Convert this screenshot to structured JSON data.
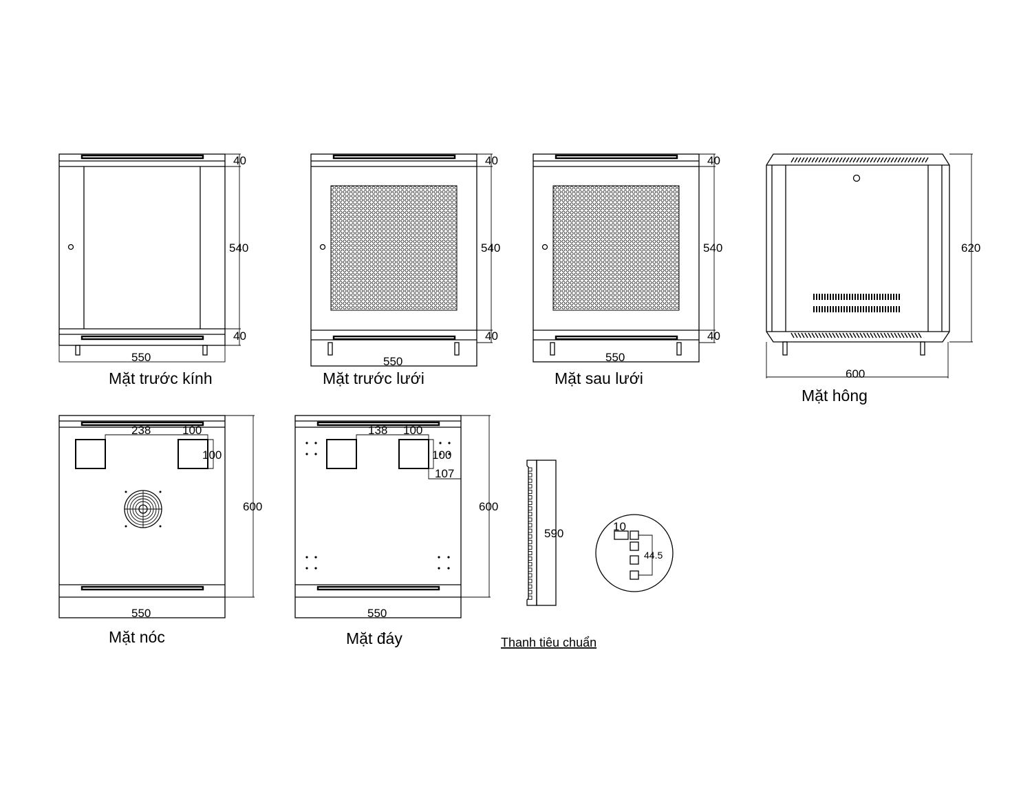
{
  "views": {
    "front_glass": {
      "caption": "Mặt trước kính",
      "dim_top": "40",
      "dim_height": "540",
      "dim_bottom": "40",
      "dim_width": "550"
    },
    "front_mesh": {
      "caption": "Mặt trước lưới",
      "dim_top": "40",
      "dim_height": "540",
      "dim_bottom": "40",
      "dim_width": "550"
    },
    "rear_mesh": {
      "caption": "Mặt sau lưới",
      "dim_top": "40",
      "dim_height": "540",
      "dim_bottom": "40",
      "dim_width": "550"
    },
    "side": {
      "caption": "Mặt hông",
      "dim_height": "620",
      "dim_width": "600"
    },
    "top": {
      "caption": "Mặt nóc",
      "dim_offset": "238",
      "dim_cutout_w": "100",
      "dim_cutout_h": "100",
      "dim_depth": "600",
      "dim_width": "550"
    },
    "bottom": {
      "caption": "Mặt đáy",
      "dim_offset": "138",
      "dim_cutout_w": "100",
      "dim_cutout_h": "100",
      "dim_side": "107",
      "dim_depth": "600",
      "dim_width": "550"
    },
    "rail": {
      "caption": "Thanh tiêu chuẩn",
      "dim_length": "590"
    },
    "detail": {
      "dim_hole": "10",
      "dim_pitch": "44.5"
    }
  }
}
